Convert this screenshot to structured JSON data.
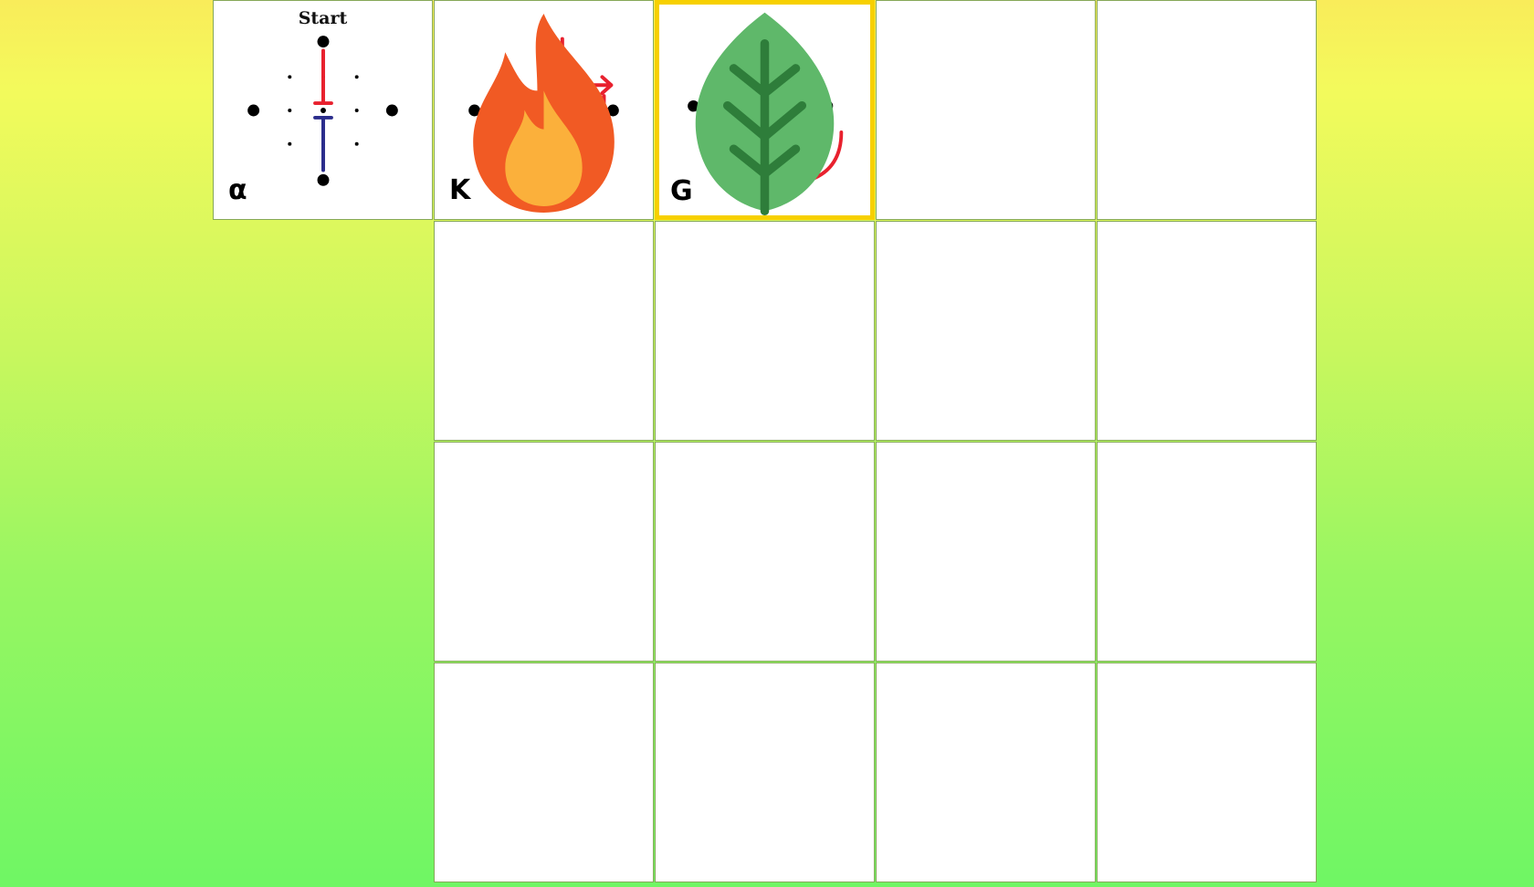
{
  "board": {
    "start_label": "Start",
    "selected_cell": 2,
    "cells": [
      {
        "letter": "α",
        "badge": null
      },
      {
        "letter": "K",
        "badge": "fire-icon"
      },
      {
        "letter": "G",
        "badge": "leaf-icon"
      }
    ]
  },
  "colors": {
    "red_path": "#e8212e",
    "blue_path": "#2b2d8c",
    "selected_border": "#f7d000",
    "cell_border": "#86a858",
    "background_top": "#f9ec5a",
    "background_bottom": "#6ff664"
  }
}
